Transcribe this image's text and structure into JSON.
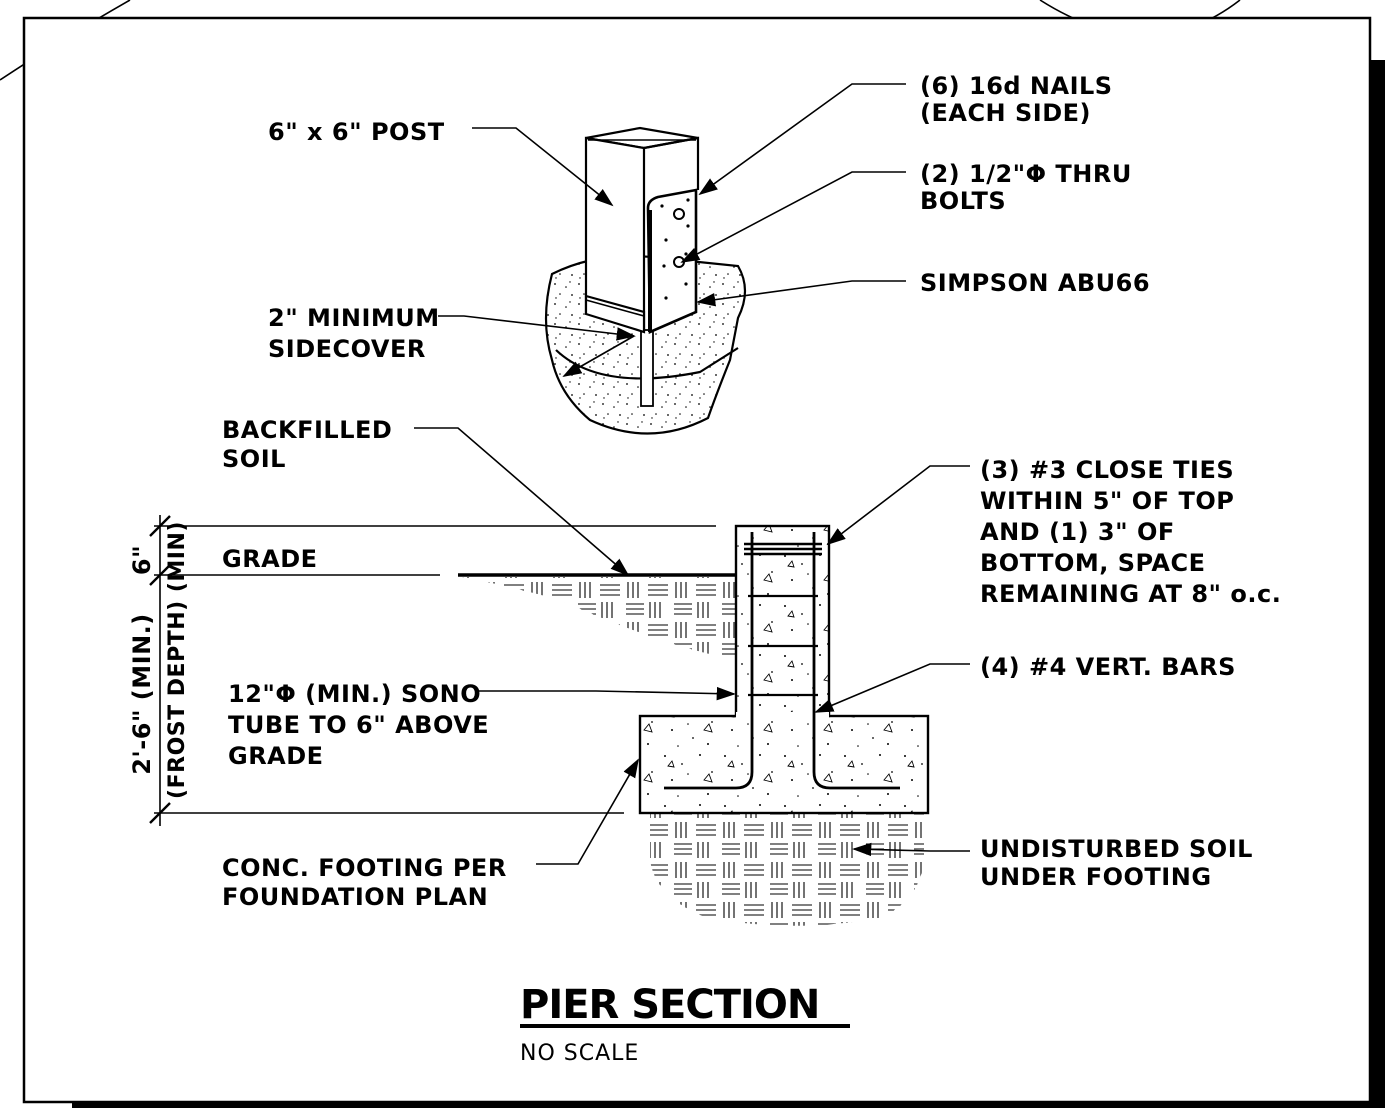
{
  "drawing": {
    "title": "PIER SECTION",
    "scale": "NO SCALE"
  },
  "labels": {
    "post": "6\" x 6\" POST",
    "nails_1": "(6) 16d NAILS",
    "nails_2": "(EACH SIDE)",
    "bolts_1": "(2) 1/2\"Φ THRU",
    "bolts_2": "BOLTS",
    "simpson": "SIMPSON ABU66",
    "sidecover_1": "2\" MINIMUM",
    "sidecover_2": "SIDECOVER",
    "backfill_1": "BACKFILLED",
    "backfill_2": "SOIL",
    "grade": "GRADE",
    "ties_1": "(3) #3 CLOSE TIES",
    "ties_2": "WITHIN 5\" OF TOP",
    "ties_3": "AND (1) 3\" OF",
    "ties_4": "BOTTOM, SPACE",
    "ties_5": "REMAINING AT 8\" o.c.",
    "vert_bars": "(4) #4 VERT. BARS",
    "sono_1": "12\"Φ (MIN.) SONO",
    "sono_2": "TUBE TO 6\" ABOVE",
    "sono_3": "GRADE",
    "footing_1": "CONC. FOOTING PER",
    "footing_2": "FOUNDATION PLAN",
    "soil_1": "UNDISTURBED SOIL",
    "soil_2": "UNDER FOOTING"
  },
  "dimensions": {
    "top": "6\"",
    "depth": "2'-6\" (MIN.)",
    "frost": "(FROST DEPTH) (MIN)"
  }
}
